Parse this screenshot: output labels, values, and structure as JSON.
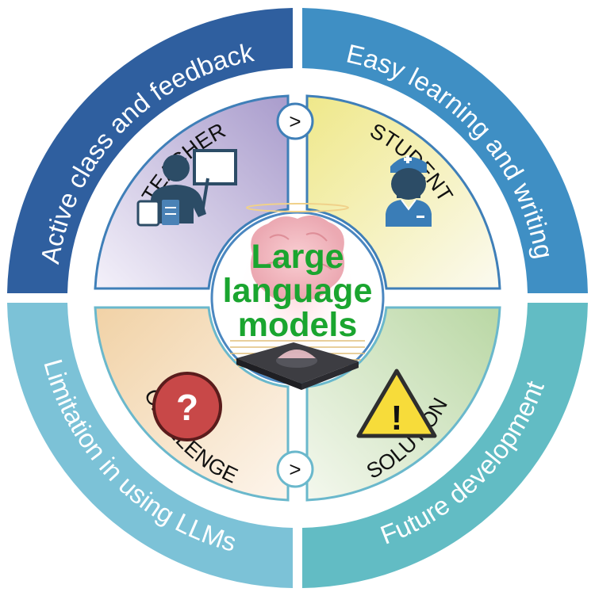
{
  "ring": {
    "top_left": "Active class and feedback",
    "top_right": "Easy learning and writing",
    "bottom_left": "Limitation in using LLMs",
    "bottom_right": "Future development"
  },
  "quadrants": {
    "teacher": "TEACHER",
    "student": "STUDENT",
    "challenge": "CHALLENGE",
    "solution": "SOLUTION"
  },
  "center": {
    "line1": "Large",
    "line2": "language",
    "line3": "models"
  },
  "arrows": {
    "top": ">",
    "bottom": ">"
  },
  "icons": {
    "teacher": "teacher-presenting-icon",
    "student": "doctor-student-icon",
    "challenge": "question-mark-icon",
    "solution": "warning-triangle-icon",
    "center": "brain-chip-icon"
  },
  "colors": {
    "ring_top_left": "#2f5f9f",
    "ring_top_right": "#3f8fc4",
    "ring_bottom_left": "#7cc2d7",
    "ring_bottom_right": "#62bcc4",
    "center_text": "#1aa52f",
    "teacher_fill": "#a99ccc",
    "student_fill": "#efe88a",
    "challenge_fill": "#f1d9b4",
    "solution_fill": "#c6dfb4"
  }
}
